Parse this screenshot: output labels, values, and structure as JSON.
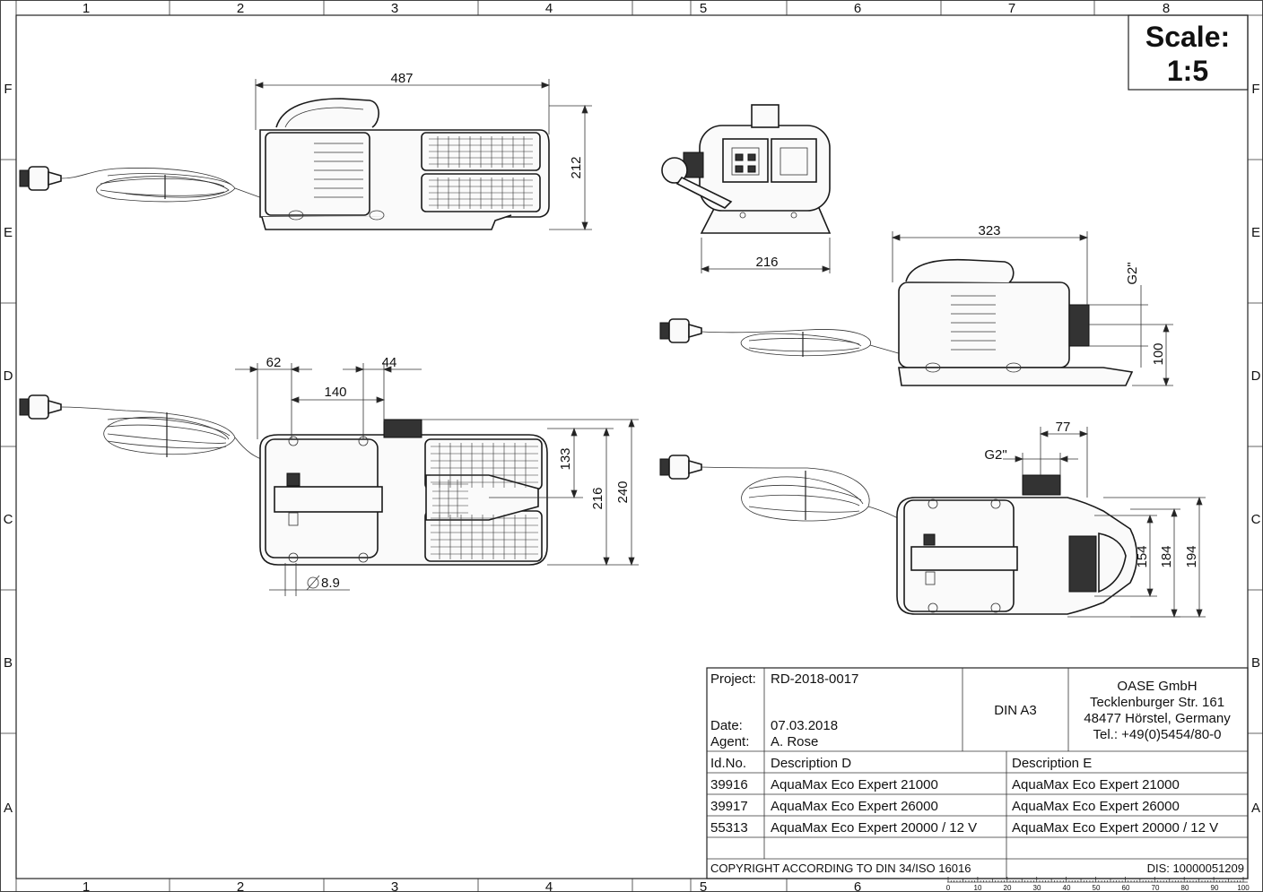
{
  "scale": {
    "label": "Scale:",
    "value": "1:5"
  },
  "grid": {
    "columns": [
      "1",
      "2",
      "3",
      "4",
      "5",
      "6",
      "7",
      "8"
    ],
    "rows": [
      "F",
      "E",
      "D",
      "C",
      "B",
      "A"
    ]
  },
  "dimensions": {
    "side_length": "487",
    "side_height": "212",
    "front_width": "216",
    "side2_length": "323",
    "side2_outlet": "G2\"",
    "side2_outlet_height": "100",
    "top_62": "62",
    "top_44": "44",
    "top_140": "140",
    "top_133": "133",
    "top_216": "216",
    "top_240": "240",
    "top_hole": "8.9",
    "top2_77": "77",
    "top2_outlet": "G2\"",
    "top2_154": "154",
    "top2_184": "184",
    "top2_194": "194"
  },
  "title_block": {
    "project_label": "Project:",
    "project_value": "RD-2018-0017",
    "date_label": "Date:",
    "date_value": "07.03.2018",
    "agent_label": "Agent:",
    "agent_value": "A. Rose",
    "format": "DIN A3",
    "company": [
      "OASE GmbH",
      "Tecklenburger Str. 161",
      "48477 Hörstel, Germany",
      "Tel.: +49(0)5454/80-0"
    ],
    "headers": [
      "Id.No.",
      "Description D",
      "Description E"
    ],
    "rows": [
      [
        "39916",
        "AquaMax Eco Expert 21000",
        "AquaMax Eco Expert 21000"
      ],
      [
        "39917",
        "AquaMax Eco Expert 26000",
        "AquaMax Eco Expert 26000"
      ],
      [
        "55313",
        "AquaMax Eco Expert 20000 / 12 V",
        "AquaMax Eco Expert 20000 / 12 V"
      ]
    ],
    "copyright": "COPYRIGHT ACCORDING TO DIN 34/ISO 16016",
    "dis": "DIS: 10000051209"
  },
  "ruler_labels": [
    "0",
    "10",
    "20",
    "30",
    "40",
    "50",
    "60",
    "70",
    "80",
    "90",
    "100"
  ]
}
